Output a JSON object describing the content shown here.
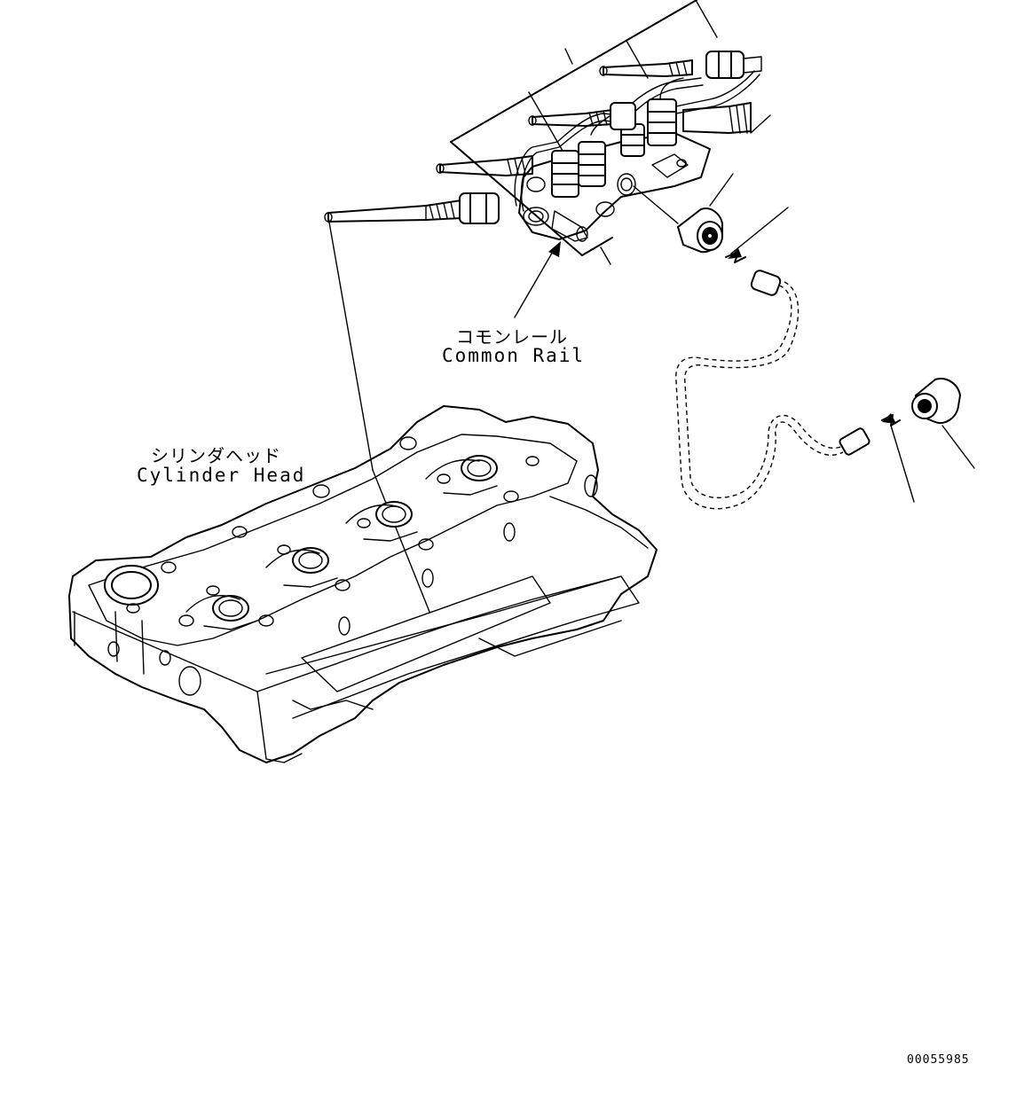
{
  "labels": {
    "common_rail_jp": "コモンレール",
    "common_rail_en": "Common Rail",
    "cylinder_head_jp": "シリンダヘッド",
    "cylinder_head_en": "Cylinder Head"
  },
  "drawing_number": "00055985",
  "colors": {
    "ink": "#000000",
    "paper": "#ffffff"
  }
}
